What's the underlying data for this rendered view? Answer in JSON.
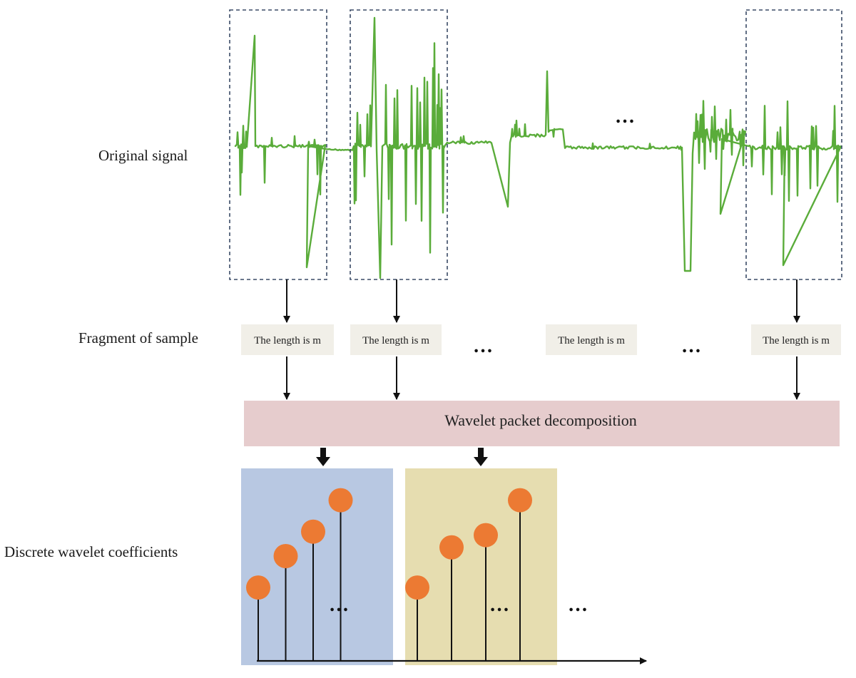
{
  "labels": {
    "original_signal": "Original signal",
    "fragment_of_sample": "Fragment of sample",
    "discrete_coefficients": "Discrete wavelet coefficients"
  },
  "fragments": [
    {
      "text": "The length is m"
    },
    {
      "text": "The length is m"
    },
    {
      "text": "The length is m"
    },
    {
      "text": "The length is m"
    }
  ],
  "ellipsis": "…",
  "decomposition": {
    "label": "Wavelet packet decomposition"
  },
  "coefficient_groups": [
    {
      "levels": [
        0.42,
        0.6,
        0.74,
        0.92
      ]
    },
    {
      "levels": [
        0.42,
        0.65,
        0.72,
        0.92
      ]
    }
  ],
  "colors": {
    "signal": "#5aac3a",
    "window_border": "#3a4a66",
    "fragment_bg": "#f1efe8",
    "decomposition_bg": "#e6cccd",
    "group1_bg": "#b8c8e2",
    "group2_bg": "#e6ddb0",
    "coefficient_dot": "#ec7a33",
    "arrow": "#111111"
  }
}
